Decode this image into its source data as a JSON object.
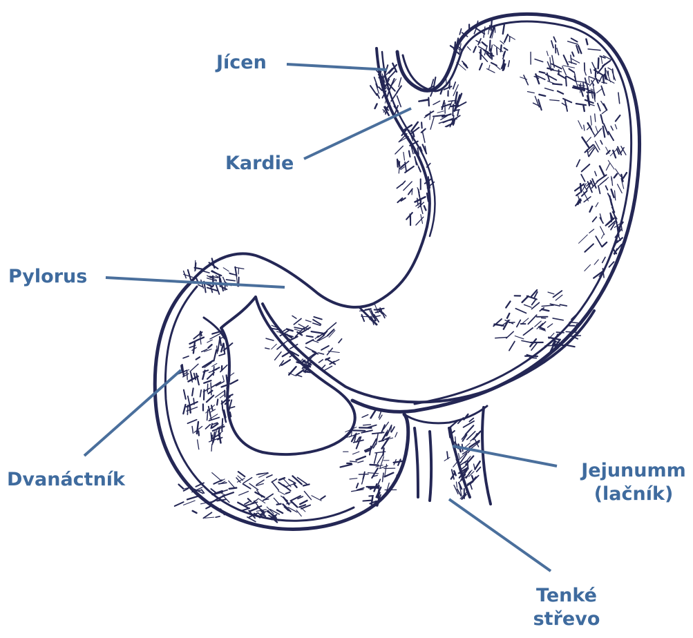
{
  "colors": {
    "outline": "#242755",
    "label": "#3f6b9e",
    "leader": "#4a6f9c",
    "background": "#ffffff"
  },
  "labels": {
    "esophagus": "Jícen",
    "cardia": "Kardie",
    "pylorus": "Pylorus",
    "duodenum": "Dvanáctník",
    "jejunum_line1": "Jejunumm",
    "jejunum_line2": "(lačník)",
    "small_intestine_line1": "Tenké",
    "small_intestine_line2": "střevo"
  }
}
